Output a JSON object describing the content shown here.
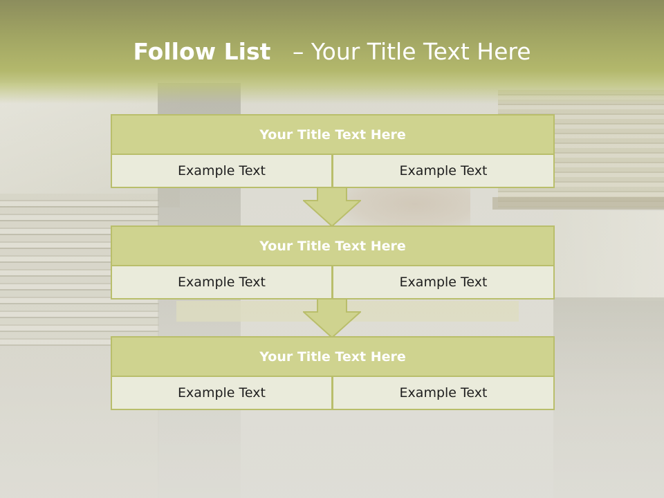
{
  "slide": {
    "title_bold": "Follow List",
    "title_separator": "–",
    "title_rest": "Your Title Text Here"
  },
  "steps": [
    {
      "title": "Your Title Text Here",
      "cells": [
        "Example Text",
        "Example Text"
      ]
    },
    {
      "title": "Your Title Text Here",
      "cells": [
        "Example Text",
        "Example Text"
      ]
    },
    {
      "title": "Your Title Text Here",
      "cells": [
        "Example Text",
        "Example Text"
      ]
    }
  ],
  "colors": {
    "title_band": "#a1a563",
    "header_fill": "#cfd38f",
    "border": "#b9be6b",
    "cell_fill": "#eaebdb",
    "arrow_fill": "#cfd38f"
  }
}
